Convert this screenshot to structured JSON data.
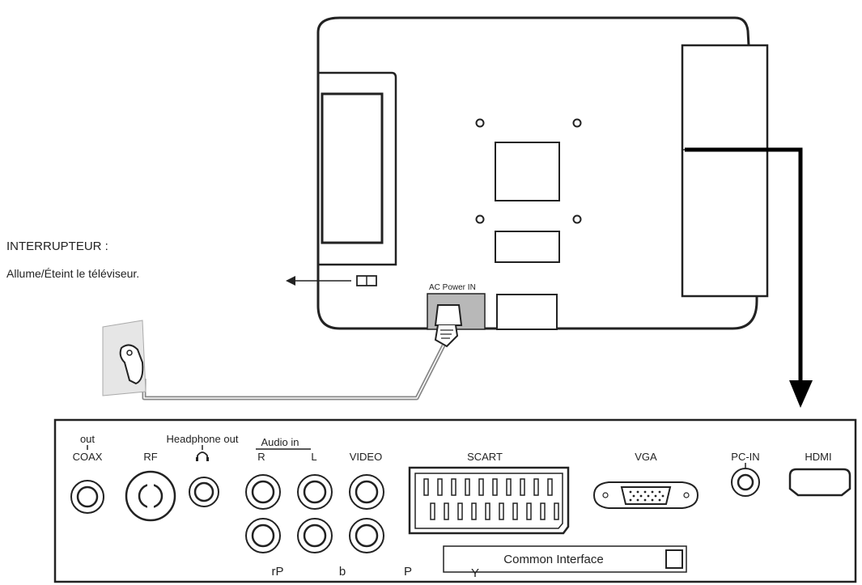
{
  "switch_callout": {
    "title": "INTERRUPTEUR :",
    "description": "Allume/Éteint le téléviseur."
  },
  "tv_back": {
    "power_label": "AC Power IN"
  },
  "panel": {
    "coax_out": "out",
    "coax": "COAX",
    "rf": "RF",
    "headphone": "Headphone out",
    "audio_in": "Audio in",
    "audio_r": "R",
    "audio_l": "L",
    "video": "VIDEO",
    "scart": "SCART",
    "vga": "VGA",
    "pc_in": "PC-IN",
    "hdmi": "HDMI",
    "common_interface": "Common Interface",
    "pr": "rP",
    "pb": "b",
    "p": "P",
    "y": "Y"
  }
}
